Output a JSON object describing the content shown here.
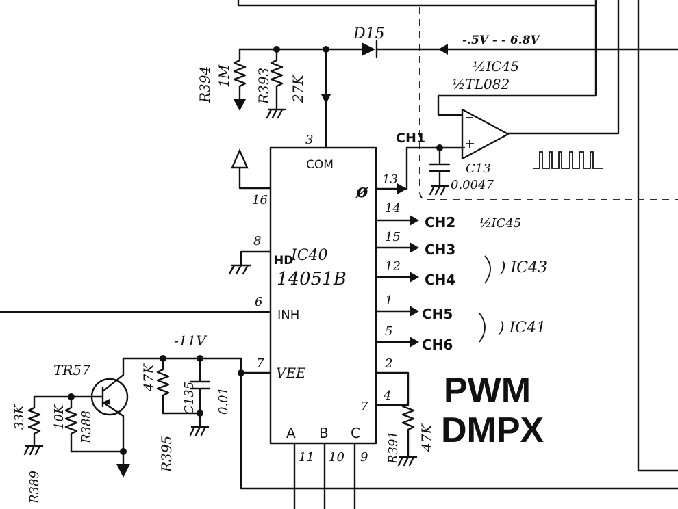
{
  "title": {
    "line1": "PWM",
    "line2": "DMPX"
  },
  "labels": {
    "d15": "D15",
    "voltage": "-.5V - - 6.8V",
    "half_ic45": "½IC45",
    "half_tl082": "½TL082",
    "r394": "R394",
    "r394_value": "1M",
    "r393": "R393",
    "r393_value": "27K",
    "com": "COM",
    "phi": "ø",
    "hd": "HD",
    "ic40": "IC40",
    "part": "14051B",
    "inh": "INH",
    "vee": "VEE",
    "neg_supply": "-11V",
    "ch1": "CH1",
    "c13": "C13",
    "c13_value": "0.0047",
    "r391": "R391",
    "r391_value": "47K",
    "a": "A",
    "b": "B",
    "c": "C",
    "tr57": "TR57",
    "r395": "R395",
    "r395_value": "47K",
    "c135": "C135",
    "c135_value": "0.01",
    "r388": "R388",
    "r388_value": "10K",
    "r389": "R389",
    "r389_value": "33K"
  },
  "pins": {
    "p3": "3",
    "p16": "16",
    "p8": "8",
    "p6": "6",
    "p7": "7",
    "p13": "13",
    "p14": "14",
    "p15": "15",
    "p12": "12",
    "p1": "1",
    "p5": "5",
    "p2": "2",
    "p4": "4",
    "p7b": "7",
    "p11": "11",
    "p10": "10",
    "p9": "9"
  },
  "outputs": {
    "ch2": "CH2",
    "ic45_ref": "½IC45",
    "ch3": "CH3",
    "ch4": "CH4",
    "ic43_ref": ") IC43",
    "ch5": "CH5",
    "ch6": "CH6",
    "ic41_ref": ") IC41"
  }
}
